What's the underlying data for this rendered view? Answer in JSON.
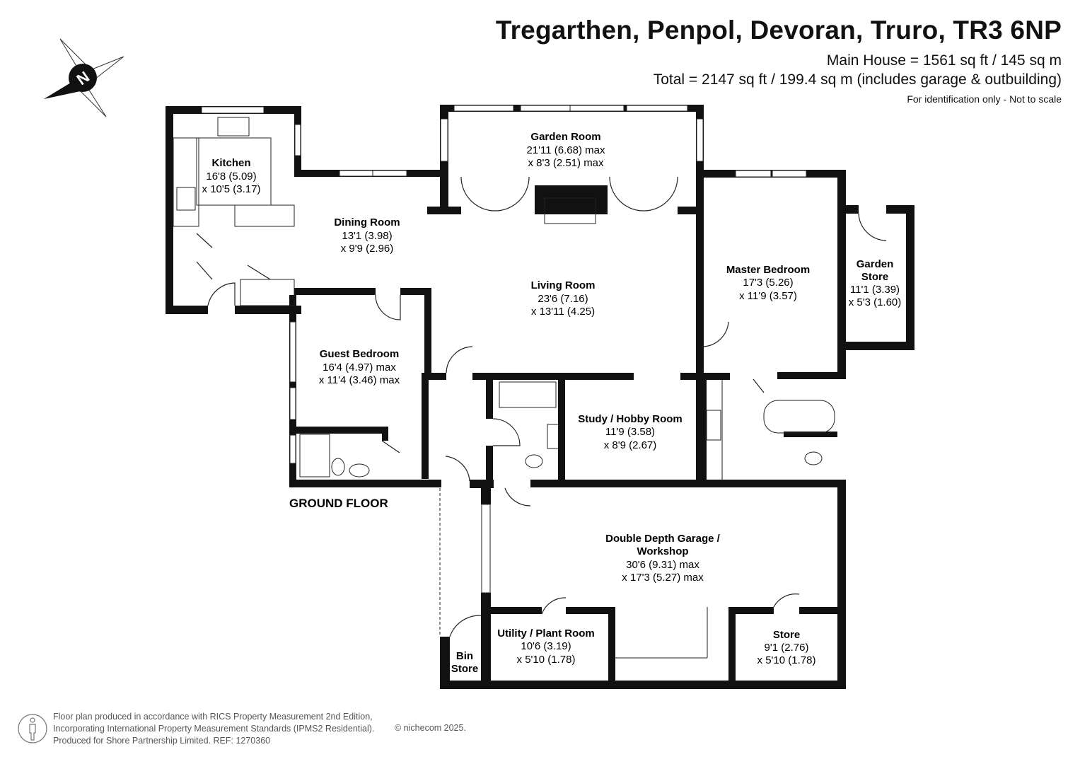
{
  "header": {
    "address": "Tregarthen, Penpol, Devoran, Truro, TR3 6NP",
    "main_area": "Main House = 1561 sq ft / 145 sq m",
    "total_area": "Total = 2147 sq ft / 199.4 sq m (includes garage & outbuilding)",
    "note": "For identification only - Not to scale"
  },
  "compass": {
    "label": "N",
    "icon": "compass-north-icon"
  },
  "rooms": {
    "kitchen": {
      "name": "Kitchen",
      "dim1": "16'8 (5.09)",
      "dim2": "x 10'5 (3.17)"
    },
    "garden_room": {
      "name": "Garden Room",
      "dim1": "21'11 (6.68) max",
      "dim2": "x 8'3 (2.51) max"
    },
    "dining_room": {
      "name": "Dining Room",
      "dim1": "13'1 (3.98)",
      "dim2": "x 9'9 (2.96)"
    },
    "living_room": {
      "name": "Living Room",
      "dim1": "23'6 (7.16)",
      "dim2": "x 13'11 (4.25)"
    },
    "master_bedroom": {
      "name": "Master Bedroom",
      "dim1": "17'3 (5.26)",
      "dim2": "x 11'9 (3.57)"
    },
    "garden_store": {
      "name1": "Garden",
      "name2": "Store",
      "dim1": "11'1 (3.39)",
      "dim2": "x 5'3 (1.60)"
    },
    "guest_bedroom": {
      "name": "Guest Bedroom",
      "dim1": "16'4 (4.97) max",
      "dim2": "x 11'4 (3.46) max"
    },
    "study": {
      "name": "Study / Hobby Room",
      "dim1": "11'9 (3.58)",
      "dim2": "x 8'9 (2.67)"
    },
    "garage": {
      "name1": "Double Depth Garage /",
      "name2": "Workshop",
      "dim1": "30'6 (9.31) max",
      "dim2": "x 17'3 (5.27) max"
    },
    "utility": {
      "name": "Utility / Plant Room",
      "dim1": "10'6 (3.19)",
      "dim2": "x 5'10 (1.78)"
    },
    "store": {
      "name": "Store",
      "dim1": "9'1 (2.76)",
      "dim2": "x 5'10 (1.78)"
    },
    "bin_store": {
      "name1": "Bin",
      "name2": "Store"
    }
  },
  "floor_label": "GROUND FLOOR",
  "footer": {
    "line1": "Floor plan produced in accordance with RICS Property Measurement 2nd Edition,",
    "line2": "Incorporating International Property Measurement Standards (IPMS2 Residential).",
    "line3": "Produced for Shore Partnership Limited.   REF: 1270360",
    "copyright": "© nichecom 2025.",
    "icon": "person-icon"
  }
}
